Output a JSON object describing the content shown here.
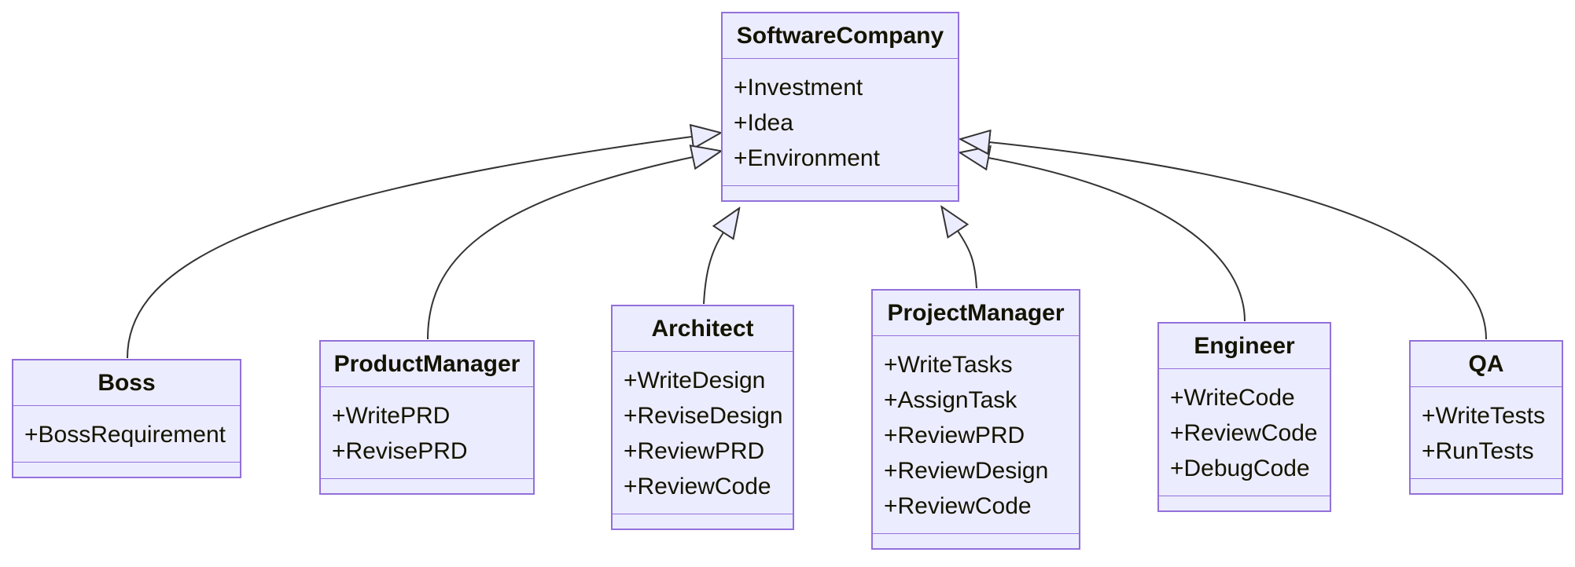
{
  "diagram": {
    "type": "uml-class-diagram",
    "colors": {
      "node_fill": "#ECECFF",
      "node_border": "#9370DB",
      "line": "#333333",
      "text": "#131300",
      "background": "#ffffff"
    },
    "classes": [
      {
        "name": "SoftwareCompany",
        "members": [
          "+Investment",
          "+Idea",
          "+Environment"
        ],
        "methods": []
      },
      {
        "name": "Boss",
        "members": [
          "+BossRequirement"
        ],
        "methods": []
      },
      {
        "name": "ProductManager",
        "members": [
          "+WritePRD",
          "+RevisePRD"
        ],
        "methods": []
      },
      {
        "name": "Architect",
        "members": [
          "+WriteDesign",
          "+ReviseDesign",
          "+ReviewPRD",
          "+ReviewCode"
        ],
        "methods": []
      },
      {
        "name": "ProjectManager",
        "members": [
          "+WriteTasks",
          "+AssignTask",
          "+ReviewPRD",
          "+ReviewDesign",
          "+ReviewCode"
        ],
        "methods": []
      },
      {
        "name": "Engineer",
        "members": [
          "+WriteCode",
          "+ReviewCode",
          "+DebugCode"
        ],
        "methods": []
      },
      {
        "name": "QA",
        "members": [
          "+WriteTests",
          "+RunTests"
        ],
        "methods": []
      }
    ],
    "relations": [
      {
        "from": "Boss",
        "to": "SoftwareCompany",
        "type": "inheritance",
        "arrow": "hollow-triangle"
      },
      {
        "from": "ProductManager",
        "to": "SoftwareCompany",
        "type": "inheritance",
        "arrow": "hollow-triangle"
      },
      {
        "from": "Architect",
        "to": "SoftwareCompany",
        "type": "inheritance",
        "arrow": "hollow-triangle"
      },
      {
        "from": "ProjectManager",
        "to": "SoftwareCompany",
        "type": "inheritance",
        "arrow": "hollow-triangle"
      },
      {
        "from": "Engineer",
        "to": "SoftwareCompany",
        "type": "inheritance",
        "arrow": "hollow-triangle"
      },
      {
        "from": "QA",
        "to": "SoftwareCompany",
        "type": "inheritance",
        "arrow": "hollow-triangle"
      }
    ]
  }
}
